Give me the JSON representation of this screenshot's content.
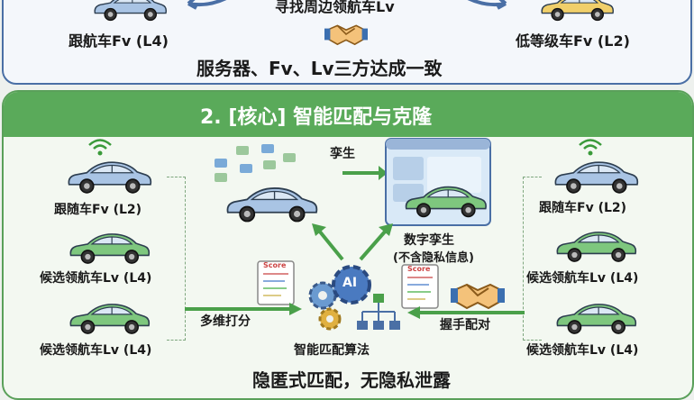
{
  "section1": {
    "top_text": "寻找周边领航车Lv",
    "left_label": "跟航车Fv (L4)",
    "right_label": "低等级车Fv (L2)",
    "agreement": "服务器、Fv、Lv三方达成一致"
  },
  "section2": {
    "title": "2. [核心] 智能匹配与克隆",
    "left_cars": [
      "跟随车Fv (L2)",
      "候选领航车Lv (L4)",
      "候选领航车Lv (L4)"
    ],
    "right_cars": [
      "跟随车Fv (L2)",
      "候选领航车Lv (L4)",
      "候选领航车Lv (L4)"
    ],
    "twin_label": "孪生",
    "digital_twin_line1": "数字孪生",
    "digital_twin_line2": "(不含隐私信息)",
    "scoring_label": "多维打分",
    "algorithm_label": "智能匹配算法",
    "handshake_label": "握手配对",
    "ai_badge": "AI",
    "score_card": "Score",
    "bottom_text": "隐匿式匹配，无隐私泄露"
  },
  "colors": {
    "blue_accent": "#4a6fa5",
    "green_accent": "#5aaa5a",
    "car_blue": "#a9c4e4",
    "car_green": "#7ec77e"
  },
  "icons": [
    "car-icon",
    "wifi-icon",
    "handshake-icon",
    "gear-icon",
    "ai-chip-icon",
    "scorecard-icon",
    "arrow-icon",
    "monitor-icon",
    "tree-network-icon"
  ]
}
